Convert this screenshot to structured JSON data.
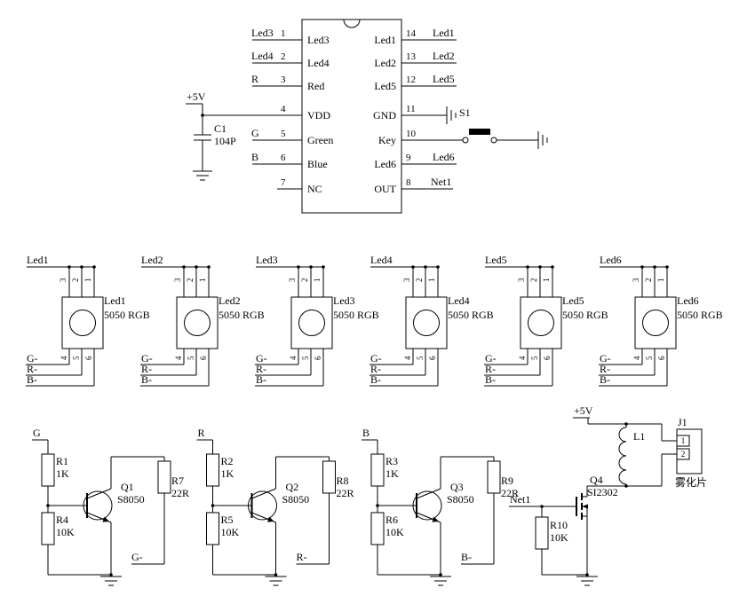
{
  "ic": {
    "power_label": "+5V",
    "capacitor": {
      "ref": "C1",
      "value": "104P"
    },
    "switch_ref": "S1",
    "left_pins": [
      {
        "num": "1",
        "name": "Led3",
        "net": "Led3"
      },
      {
        "num": "2",
        "name": "Led4",
        "net": "Led4"
      },
      {
        "num": "3",
        "name": "Red",
        "net": "R"
      },
      {
        "num": "4",
        "name": "VDD"
      },
      {
        "num": "5",
        "name": "Green",
        "net": "G"
      },
      {
        "num": "6",
        "name": "Blue",
        "net": "B"
      },
      {
        "num": "7",
        "name": "NC"
      }
    ],
    "right_pins": [
      {
        "num": "14",
        "name": "Led1",
        "net": "Led1"
      },
      {
        "num": "13",
        "name": "Led2",
        "net": "Led2"
      },
      {
        "num": "12",
        "name": "Led5",
        "net": "Led5"
      },
      {
        "num": "11",
        "name": "GND"
      },
      {
        "num": "10",
        "name": "Key"
      },
      {
        "num": "9",
        "name": "Led6",
        "net": "Led6"
      },
      {
        "num": "8",
        "name": "OUT",
        "net": "Net1"
      }
    ]
  },
  "leds": [
    {
      "net": "Led1",
      "ref": "Led1",
      "type": "5050 RGB",
      "top_pins": [
        "3",
        "2",
        "1"
      ],
      "bottom_pins": [
        "4",
        "5",
        "6"
      ],
      "left_labels": [
        "G-",
        "R-",
        "B-"
      ]
    },
    {
      "net": "Led2",
      "ref": "Led2",
      "type": "5050 RGB",
      "top_pins": [
        "3",
        "2",
        "1"
      ],
      "bottom_pins": [
        "4",
        "5",
        "6"
      ],
      "left_labels": [
        "G-",
        "R-",
        "B-"
      ]
    },
    {
      "net": "Led3",
      "ref": "Led3",
      "type": "5050 RGB",
      "top_pins": [
        "3",
        "2",
        "1"
      ],
      "bottom_pins": [
        "4",
        "5",
        "6"
      ],
      "left_labels": [
        "G-",
        "R-",
        "B-"
      ]
    },
    {
      "net": "Led4",
      "ref": "Led4",
      "type": "5050 RGB",
      "top_pins": [
        "3",
        "2",
        "1"
      ],
      "bottom_pins": [
        "4",
        "5",
        "6"
      ],
      "left_labels": [
        "G-",
        "R-",
        "B-"
      ]
    },
    {
      "net": "Led5",
      "ref": "Led5",
      "type": "5050 RGB",
      "top_pins": [
        "3",
        "2",
        "1"
      ],
      "bottom_pins": [
        "4",
        "5",
        "6"
      ],
      "left_labels": [
        "G-",
        "R-",
        "B-"
      ]
    },
    {
      "net": "Led6",
      "ref": "Led6",
      "type": "5050 RGB",
      "top_pins": [
        "3",
        "2",
        "1"
      ],
      "bottom_pins": [
        "4",
        "5",
        "6"
      ],
      "left_labels": [
        "G-",
        "R-",
        "B-"
      ]
    }
  ],
  "drivers": [
    {
      "input": "G",
      "r_top": {
        "ref": "R1",
        "value": "1K"
      },
      "r_bottom": {
        "ref": "R4",
        "value": "10K"
      },
      "transistor": {
        "ref": "Q1",
        "value": "S8050"
      },
      "r_out": {
        "ref": "R7",
        "value": "22R"
      },
      "output": "G-"
    },
    {
      "input": "R",
      "r_top": {
        "ref": "R2",
        "value": "1K"
      },
      "r_bottom": {
        "ref": "R5",
        "value": "10K"
      },
      "transistor": {
        "ref": "Q2",
        "value": "S8050"
      },
      "r_out": {
        "ref": "R8",
        "value": "22R"
      },
      "output": "R-"
    },
    {
      "input": "B",
      "r_top": {
        "ref": "R3",
        "value": "1K"
      },
      "r_bottom": {
        "ref": "R6",
        "value": "10K"
      },
      "transistor": {
        "ref": "Q3",
        "value": "S8050"
      },
      "r_out": {
        "ref": "R9",
        "value": "22R"
      },
      "output": "B-"
    }
  ],
  "mosfet": {
    "power": "+5V",
    "net": "Net1",
    "inductor_ref": "L1",
    "transistor": {
      "ref": "Q4",
      "value": "SI2302"
    },
    "resistor": {
      "ref": "R10",
      "value": "10K"
    },
    "connector": {
      "ref": "J1",
      "pin1": "1",
      "pin2": "2",
      "label": "雾化片"
    }
  }
}
